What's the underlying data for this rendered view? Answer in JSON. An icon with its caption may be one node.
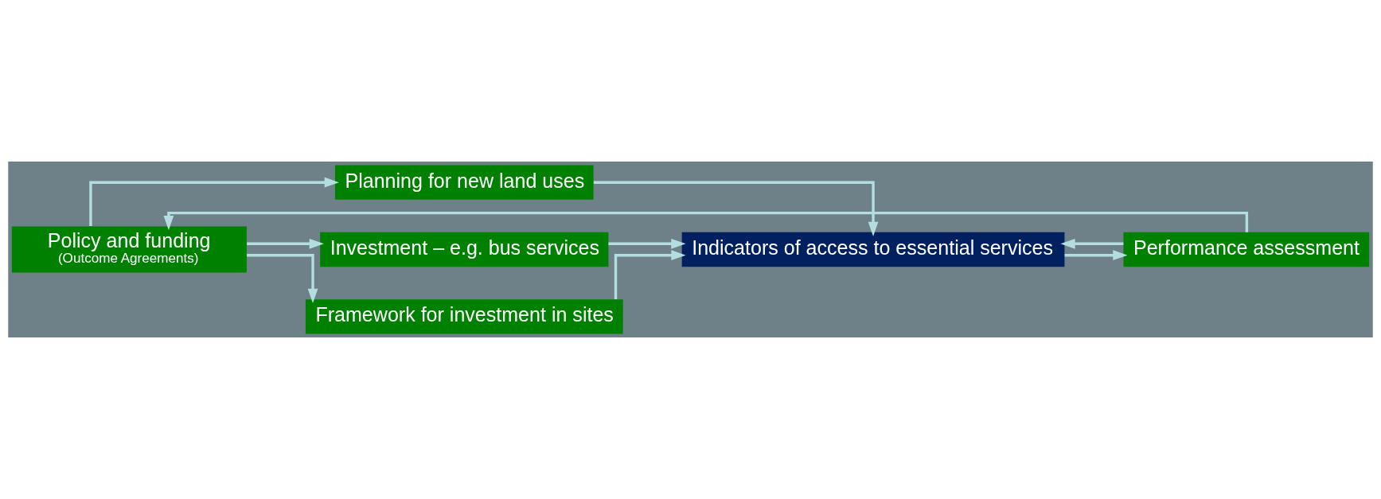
{
  "diagram": {
    "nodes": [
      {
        "text": [
          "Policy and funding",
          "(Outcome Agreements)"
        ]
      },
      {
        "text": [
          "Planning for new land uses"
        ]
      },
      {
        "text": [
          "Investment – e.g. bus services"
        ]
      },
      {
        "text": [
          "Framework for investment in sites"
        ]
      },
      {
        "text": [
          "Indicators of access to essential services"
        ]
      },
      {
        "text": [
          "Performance assessment"
        ]
      }
    ],
    "edges": [
      {
        "from": 0,
        "to": 1,
        "arrow": "to"
      },
      {
        "from": 0,
        "to": 2,
        "arrow": "to"
      },
      {
        "from": 0,
        "to": 3,
        "arrow": "to"
      },
      {
        "from": 1,
        "to": 4,
        "arrow": "to"
      },
      {
        "from": 2,
        "to": 4,
        "arrow": "to"
      },
      {
        "from": 3,
        "to": 4,
        "arrow": "to"
      },
      {
        "from": 4,
        "to": 5,
        "arrow": "to"
      },
      {
        "from": 5,
        "to": 0,
        "arrow": "to"
      },
      {
        "from": 5,
        "to": 4,
        "arrow": "to"
      }
    ]
  }
}
